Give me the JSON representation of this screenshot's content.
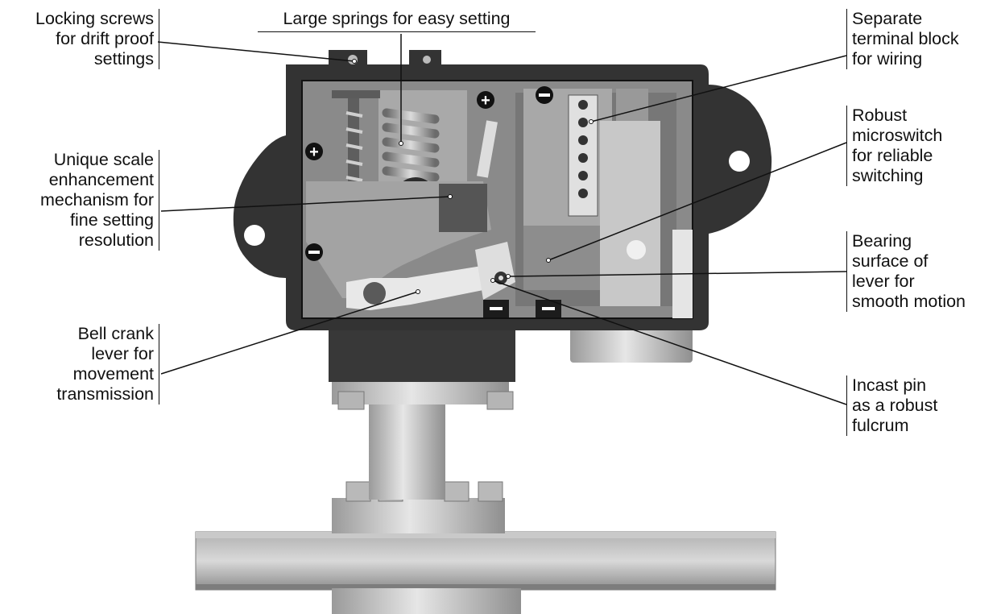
{
  "labels": {
    "locking_screws": "Locking screws\nfor drift proof\nsettings",
    "large_springs": "Large springs for easy setting",
    "scale_mechanism": "Unique scale\nenhancement\nmechanism for\nfine setting\nresolution",
    "bell_crank": "Bell crank\nlever for\nmovement\ntransmission",
    "terminal_block": "Separate\nterminal block\nfor wiring",
    "microswitch": "Robust\nmicroswitch\nfor reliable\nswitching",
    "bearing_surface": "Bearing\nsurface of\nlever for\nsmooth motion",
    "incast_pin": "Incast pin\nas a robust\nfulcrum"
  },
  "colors": {
    "housing": "#333333",
    "cavity": "#7a7a7a",
    "part_light": "#c8c8c8",
    "part_mid": "#a8a8a8",
    "leader": "#111111"
  }
}
